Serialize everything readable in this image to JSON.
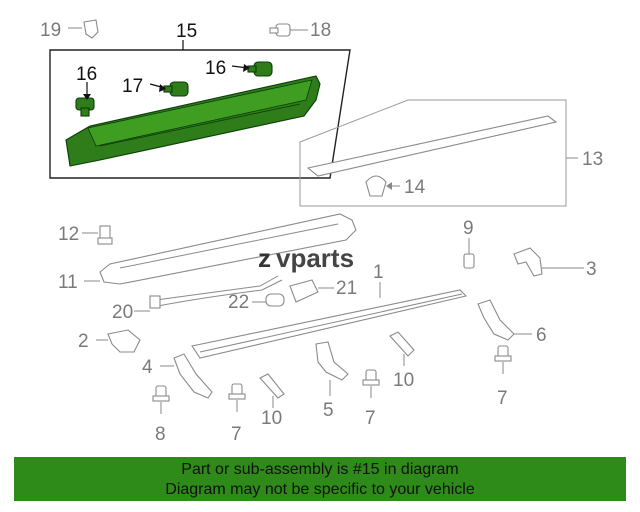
{
  "brand": {
    "name": "vparts",
    "logo_prefix": "z"
  },
  "callouts": {
    "c1": "1",
    "c2": "2",
    "c3": "3",
    "c4": "4",
    "c5": "5",
    "c6": "6",
    "c7a": "7",
    "c7b": "7",
    "c7c": "7",
    "c8": "8",
    "c9": "9",
    "c10a": "10",
    "c10b": "10",
    "c11": "11",
    "c12": "12",
    "c13": "13",
    "c14": "14",
    "c15": "15",
    "c16a": "16",
    "c16b": "16",
    "c17": "17",
    "c18": "18",
    "c19": "19",
    "c20": "20",
    "c21": "21",
    "c22": "22"
  },
  "footer": {
    "line1": "Part or sub-assembly is #15 in diagram",
    "line2": "Diagram may not be specific to your vehicle"
  },
  "colors": {
    "highlight": "#2e7d1a",
    "footer_bg": "#2e8a19",
    "line_gray": "#8a8a8a"
  }
}
